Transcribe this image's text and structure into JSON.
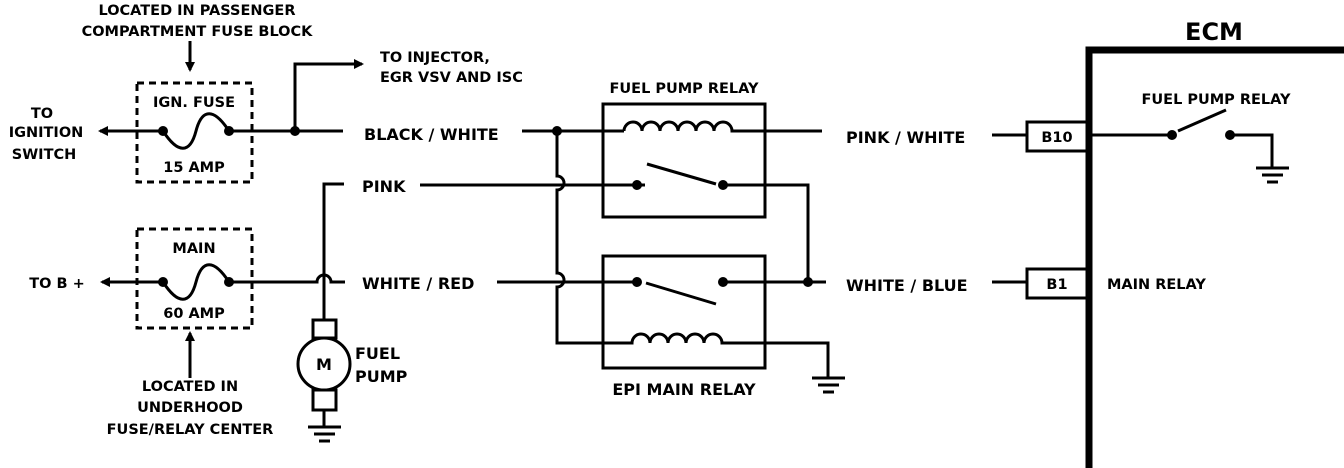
{
  "labels": {
    "passenger_block_line1": "LOCATED IN PASSENGER",
    "passenger_block_line2": "COMPARTMENT FUSE BLOCK",
    "to_injector_line1": "TO INJECTOR,",
    "to_injector_line2": "EGR VSV AND ISC",
    "to_ignition_line1": "TO",
    "to_ignition_line2": "IGNITION",
    "to_ignition_line3": "SWITCH",
    "ign_fuse_name": "IGN. FUSE",
    "ign_fuse_rating": "15 AMP",
    "main_fuse_name": "MAIN",
    "main_fuse_rating": "60 AMP",
    "to_b_plus": "TO B +",
    "underhood_line1": "LOCATED IN",
    "underhood_line2": "UNDERHOOD",
    "underhood_line3": "FUSE/RELAY CENTER",
    "motor_symbol": "M",
    "fuel_pump_line1": "FUEL",
    "fuel_pump_line2": "PUMP",
    "fuel_pump_relay_title": "FUEL PUMP RELAY",
    "epi_main_relay_title": "EPI MAIN RELAY",
    "ecm_title": "ECM",
    "ecm_fuel_pump_relay": "FUEL PUMP RELAY",
    "ecm_main_relay": "MAIN RELAY"
  },
  "wires": {
    "black_white": "BLACK / WHITE",
    "pink": "PINK",
    "white_red": "WHITE / RED",
    "pink_white": "PINK / WHITE",
    "white_blue": "WHITE / BLUE"
  },
  "terminals": {
    "b10": "B10",
    "b1": "B1"
  },
  "colors": {
    "line": "#000000",
    "background": "#ffffff"
  }
}
